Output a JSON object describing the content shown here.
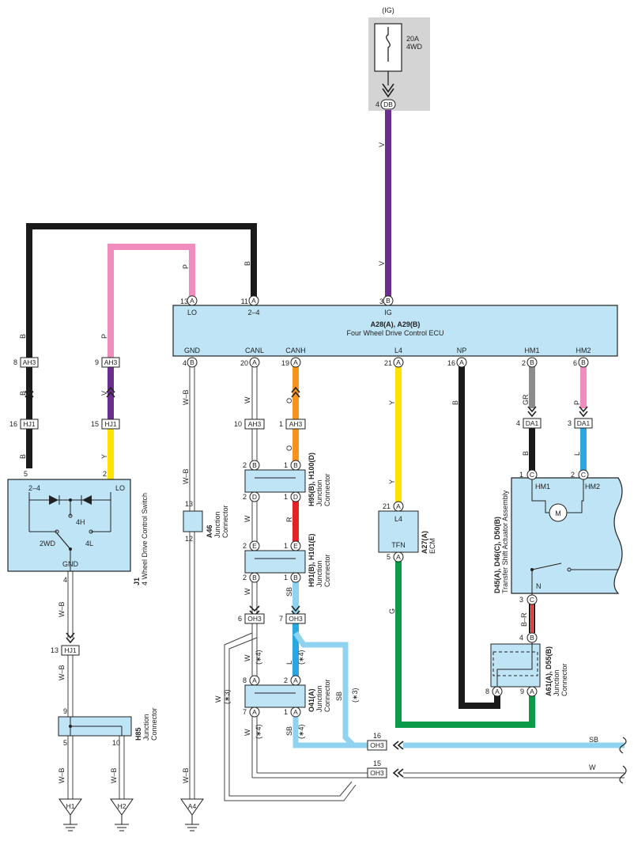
{
  "fuse": {
    "source": "(IG)",
    "rating": "20A",
    "name": "4WD"
  },
  "ecu": {
    "ids": "A28(A), A29(B)",
    "name": "Four Wheel Drive Control ECU",
    "top_pins": [
      {
        "num": "13",
        "conn": "A",
        "label": "LO"
      },
      {
        "num": "11",
        "conn": "A",
        "label": "2–4"
      },
      {
        "num": "3",
        "conn": "B",
        "label": "IG"
      }
    ],
    "bottom_pins": [
      {
        "num": "4",
        "conn": "B",
        "label": "GND"
      },
      {
        "num": "20",
        "conn": "A",
        "label": "CANL"
      },
      {
        "num": "19",
        "conn": "A",
        "label": "CANH"
      },
      {
        "num": "21",
        "conn": "A",
        "label": "L4"
      },
      {
        "num": "16",
        "conn": "A",
        "label": "NP"
      },
      {
        "num": "2",
        "conn": "B",
        "label": "HM1"
      },
      {
        "num": "6",
        "conn": "B",
        "label": "HM2"
      }
    ]
  },
  "db_pin": {
    "num": "4",
    "conn": "DB"
  },
  "wire_colors": {
    "top_v1": "V",
    "top_v2": "V",
    "p_top": "P",
    "b_top": "B",
    "left_b1": "B",
    "left_b2": "B",
    "left_b3": "B",
    "left_p": "P",
    "left_v": "V",
    "left_y": "Y",
    "gnd_wb1": "W–B",
    "gnd_wb2": "W–B",
    "gnd_wb3": "W–B",
    "canl_w1": "W",
    "canl_w2": "W",
    "canl_w3": "W",
    "canh_o1": "O",
    "canh_o2": "O",
    "canh_r": "R",
    "canh_sb": "SB",
    "l4_y1": "Y",
    "l4_y2": "Y",
    "ecm_g": "G",
    "np_b": "B",
    "hm1_gr": "GR",
    "hm2_p": "P",
    "hm1_b": "B",
    "hm2_l": "L",
    "act_br": "B–R",
    "sw_wb1": "W–B",
    "sw_wb2": "W–B",
    "h85_wb1": "W–B",
    "h85_wb2": "W–B",
    "o41_w1": "W",
    "o41_w2": "W",
    "o41_w3": "W",
    "o41_l": "L",
    "o41_sb1": "SB",
    "o41_sb2": "SB",
    "oh3_sb": "SB",
    "oh3_w": "W"
  },
  "notes": {
    "n3a": "(∗3)",
    "n3b": "(∗3)",
    "n4a": "(∗4)",
    "n4b": "(∗4)",
    "n4c": "(∗4)",
    "n4d": "(∗4)"
  },
  "connectors": {
    "ah3_a": {
      "pin": "8",
      "name": "AH3"
    },
    "ah3_b": {
      "pin": "9",
      "name": "AH3"
    },
    "hj1_a": {
      "pin": "16",
      "name": "HJ1"
    },
    "hj1_b": {
      "pin": "15",
      "name": "HJ1"
    },
    "ah3_c": {
      "pin": "10",
      "name": "AH3"
    },
    "ah3_d": {
      "pin": "1",
      "name": "AH3"
    },
    "da1_a": {
      "pin": "4",
      "name": "DA1"
    },
    "da1_b": {
      "pin": "3",
      "name": "DA1"
    },
    "oh3_a": {
      "pin": "6",
      "name": "OH3"
    },
    "oh3_b": {
      "pin": "7",
      "name": "OH3"
    },
    "hj1_c": {
      "pin": "13",
      "name": "HJ1"
    },
    "oh3_c": {
      "pin": "16",
      "name": "OH3"
    },
    "oh3_d": {
      "pin": "15",
      "name": "OH3"
    }
  },
  "switch": {
    "id": "J1",
    "name": "4 Wheel Drive Control Switch",
    "t24": "2–4",
    "lo": "LO",
    "h4": "4H",
    "l4": "4L",
    "wd2": "2WD",
    "gnd": "GND",
    "pin5": "5",
    "pin2": "2",
    "pin4": "4"
  },
  "a46": {
    "id": "A46",
    "type1": "Junction",
    "type2": "Connector",
    "pin_top": "13",
    "pin_bottom": "12"
  },
  "h95": {
    "id": "H95(B), H100(D)",
    "type1": "Junction",
    "type2": "Connector",
    "p2": "2",
    "p1": "1",
    "cb": "B",
    "cd": "D"
  },
  "h91": {
    "id": "H91(B), H101(E)",
    "type1": "Junction",
    "type2": "Connector",
    "p2": "2",
    "p1": "1",
    "ce": "E",
    "cb": "B"
  },
  "o41": {
    "id": "O41(A)",
    "type1": "Junction",
    "type2": "Connector",
    "p8": "8",
    "p2": "2",
    "p7": "7",
    "p1": "1",
    "ca": "A"
  },
  "a27": {
    "id": "A27(A)",
    "name": "ECM",
    "l4": "L4",
    "tfn": "TFN",
    "pin21": "21",
    "pin5": "5",
    "ca": "A"
  },
  "actuator": {
    "ids": "D45(A), D46(C), D50(B)",
    "name": "Transfer Shift Actuator Assembly",
    "hm1": "HM1",
    "hm2": "HM2",
    "n": "N",
    "m": "M",
    "pin1": "1",
    "pin2": "2",
    "pin3": "3",
    "pin4": "4",
    "cc": "C",
    "cb": "B"
  },
  "a61": {
    "id": "A61(A), D55(B)",
    "type1": "Junction",
    "type2": "Connector",
    "pin8": "8",
    "pin9": "9",
    "ca": "A"
  },
  "h85": {
    "id": "H85",
    "type1": "Junction",
    "type2": "Connector",
    "pin9": "9",
    "pin5": "5",
    "pin10": "10"
  },
  "grounds": [
    "H1",
    "H2",
    "A4"
  ],
  "colors": {
    "black": "#1a1a1a",
    "violet": "#6b2d8e",
    "pink": "#f08cbe",
    "yellow": "#ffe200",
    "orange": "#f7941d",
    "red": "#e8202a",
    "blue": "#2aa6e0",
    "lightblue": "#8fd3f0",
    "green": "#0a9a48",
    "gray": "#8c8c8c",
    "panel": "#bfe4f6",
    "fusebg": "#d4d4d4"
  }
}
